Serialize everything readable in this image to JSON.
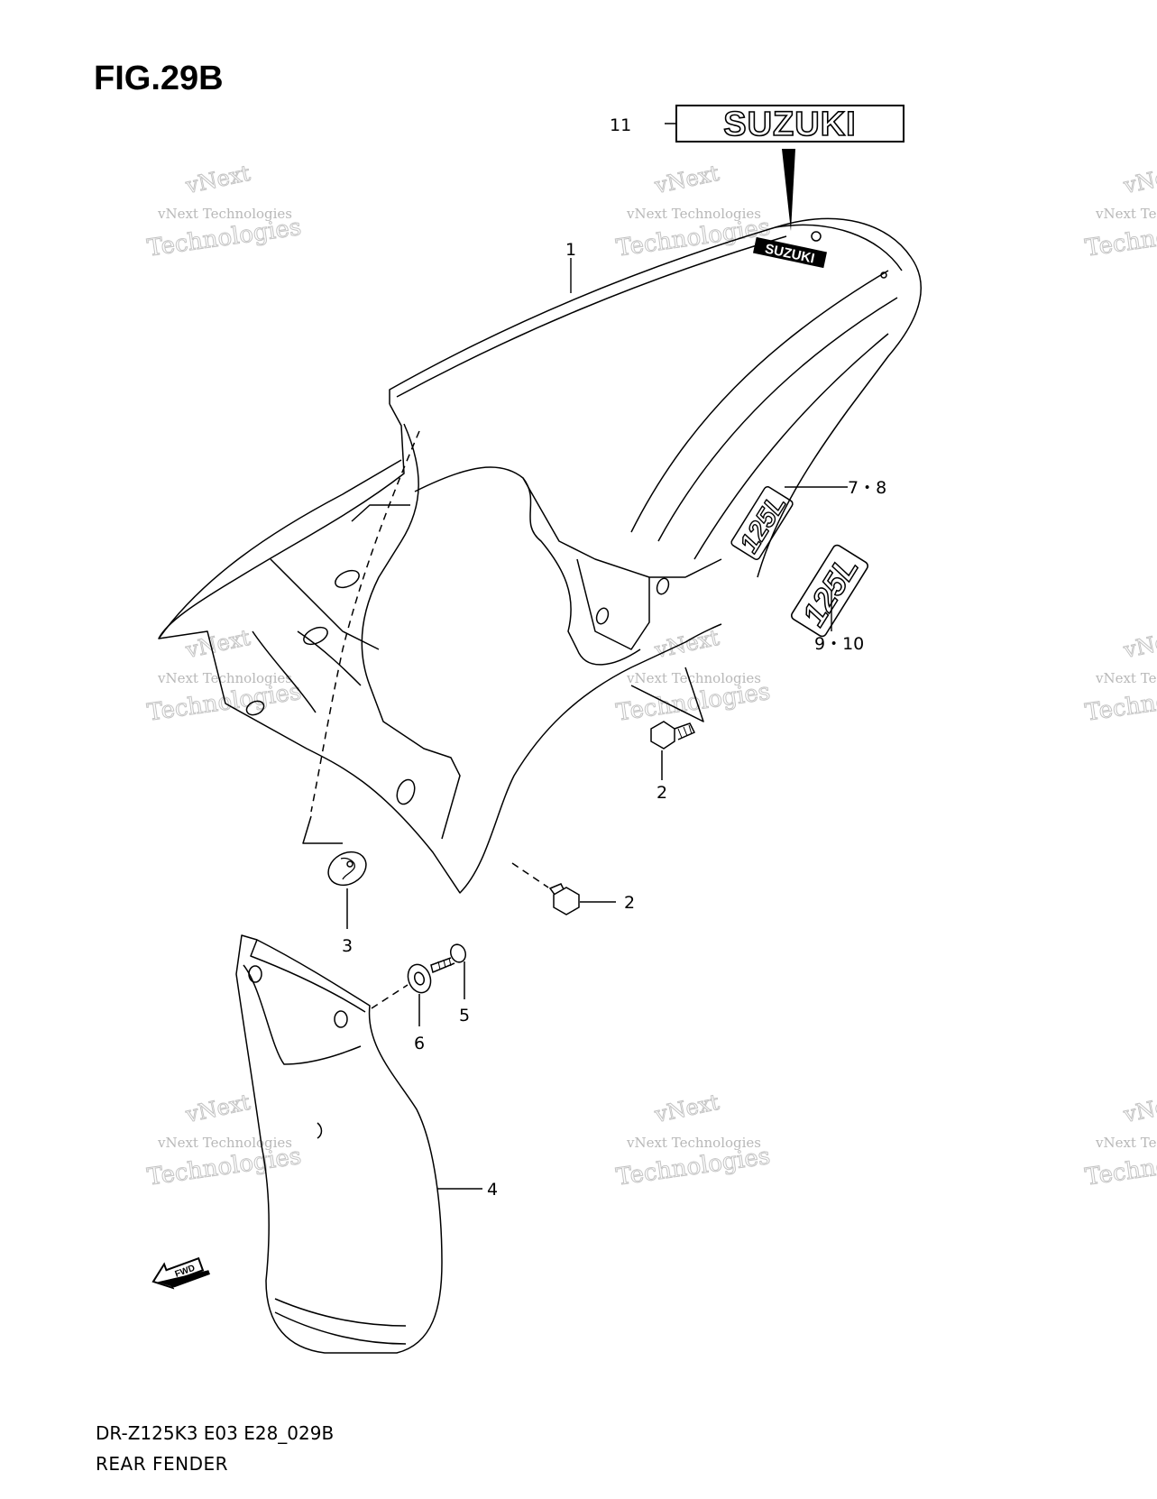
{
  "figure": {
    "title": "FIG.29B",
    "model_code": "DR-Z125K3 E03 E28_029B",
    "name": "REAR FENDER"
  },
  "callouts": [
    {
      "id": "c11",
      "label": "11"
    },
    {
      "id": "c1",
      "label": "1"
    },
    {
      "id": "c78",
      "label": "7・8"
    },
    {
      "id": "c910",
      "label": "9・10"
    },
    {
      "id": "c2a",
      "label": "2"
    },
    {
      "id": "c2b",
      "label": "2"
    },
    {
      "id": "c3",
      "label": "3"
    },
    {
      "id": "c5",
      "label": "5"
    },
    {
      "id": "c6",
      "label": "6"
    },
    {
      "id": "c4",
      "label": "4"
    }
  ],
  "decals": {
    "emblem": "SUZUKI",
    "fender_logo": "SUZUKI",
    "model_logo": "125L",
    "fwd": "FWD"
  },
  "watermark": {
    "line1": "vNext Technologies",
    "line2": "vNext",
    "line3": "Technologies"
  }
}
